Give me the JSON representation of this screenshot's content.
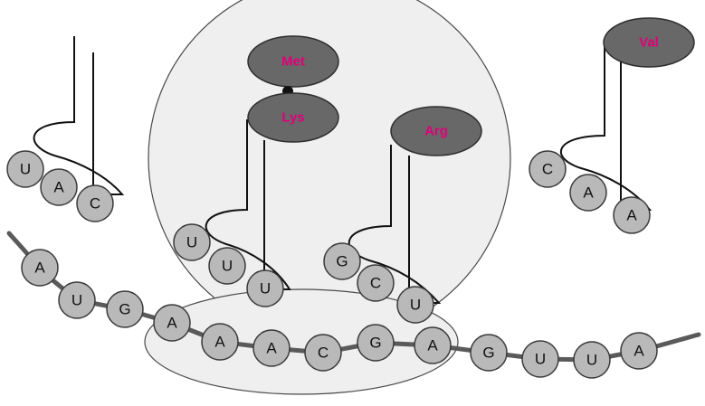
{
  "colors": {
    "amino_acid_text": "#e0007a",
    "base_fill": "#b9b9b9",
    "amino_acid_fill": "#686868",
    "ribosome_fill": "#efefef",
    "mrna_strand": "#5a5a5a"
  },
  "amino_acids": {
    "met": "Met",
    "lys": "Lys",
    "arg": "Arg",
    "val": "Val"
  },
  "anticodons": {
    "left_trna": [
      "U",
      "A",
      "C"
    ],
    "lys_trna": [
      "U",
      "U",
      "U"
    ],
    "arg_trna": [
      "G",
      "C",
      "U"
    ],
    "val_trna": [
      "C",
      "A",
      "A"
    ]
  },
  "mrna_bases": [
    "A",
    "U",
    "G",
    "A",
    "A",
    "A",
    "C",
    "G",
    "A",
    "G",
    "U",
    "U",
    "A"
  ]
}
